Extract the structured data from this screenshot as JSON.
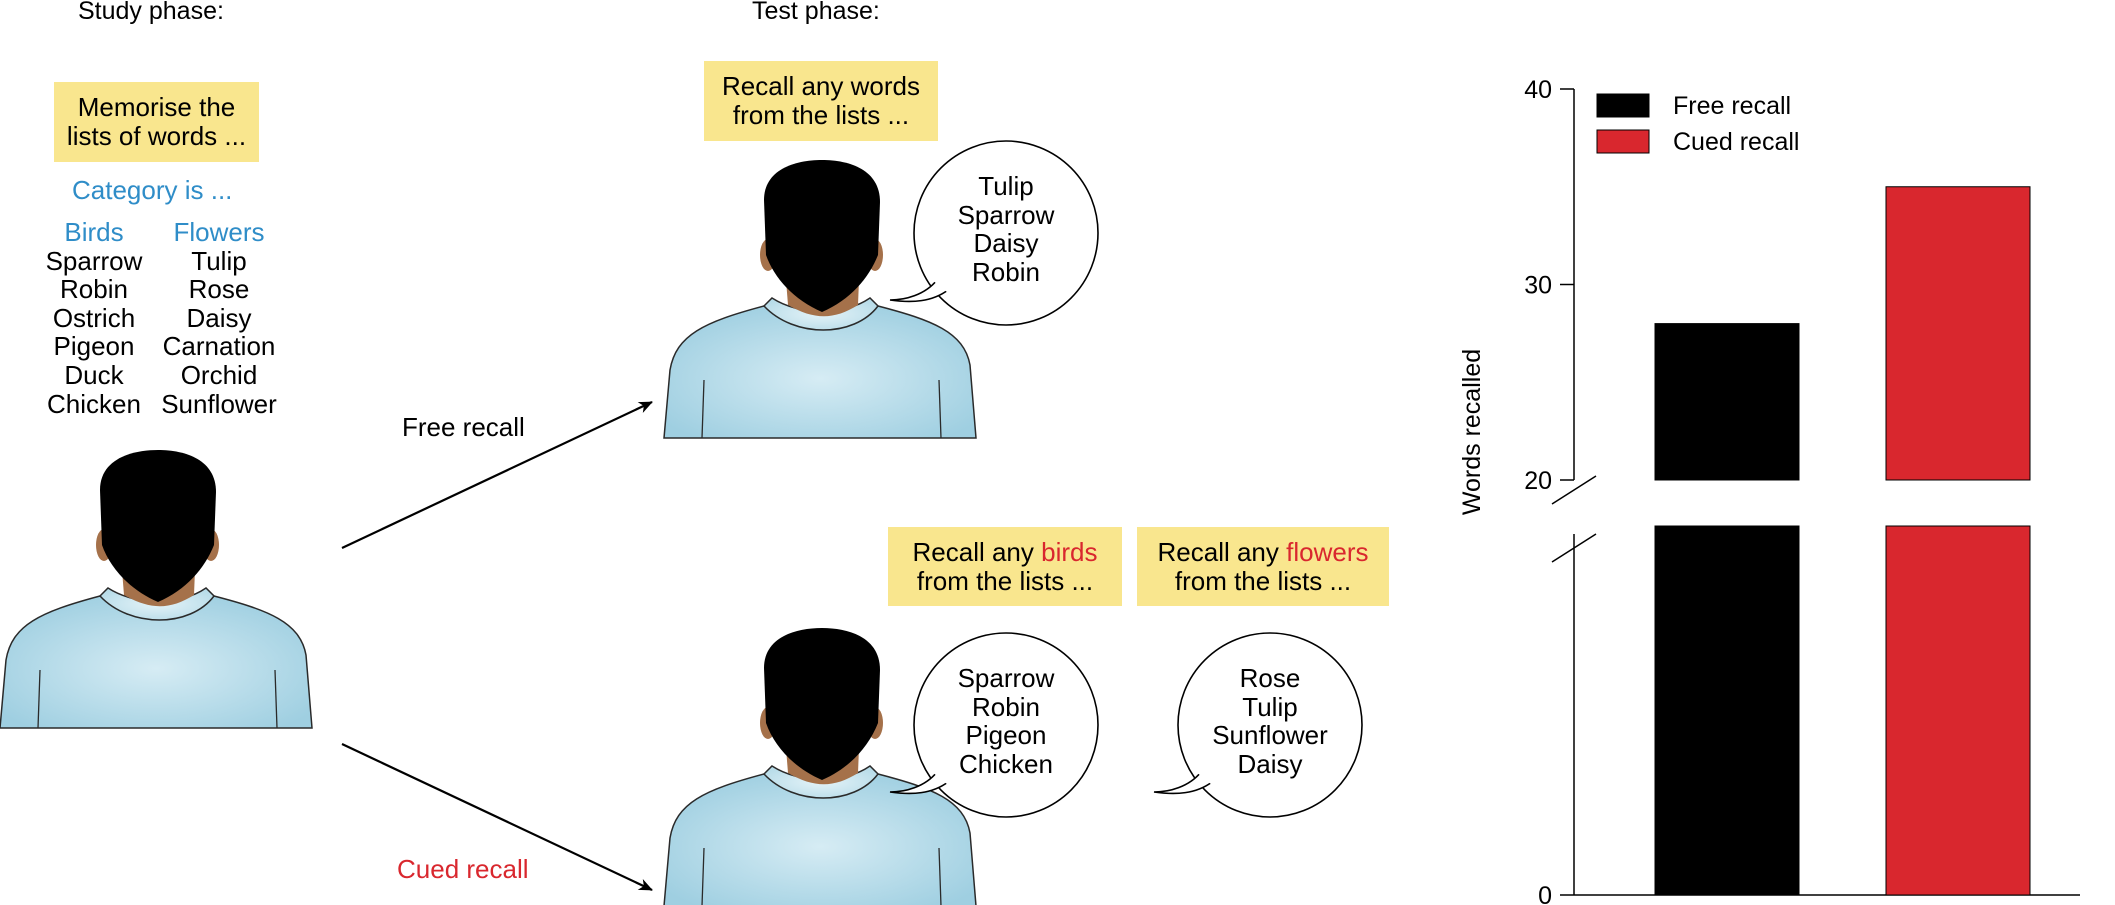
{
  "study": {
    "title": "Study phase:",
    "instruction_lines": [
      "Memorise the",
      "lists of words ..."
    ],
    "category_label": "Category is ...",
    "columns": [
      {
        "heading": "Birds",
        "words": [
          "Sparrow",
          "Robin",
          "Ostrich",
          "Pigeon",
          "Duck",
          "Chicken"
        ]
      },
      {
        "heading": "Flowers",
        "words": [
          "Tulip",
          "Rose",
          "Daisy",
          "Carnation",
          "Orchid",
          "Sunflower"
        ]
      }
    ]
  },
  "test": {
    "title": "Test phase:",
    "free": {
      "arrow_label": "Free recall",
      "instruction_lines": [
        "Recall any words",
        "from the lists ..."
      ],
      "recalled": [
        "Tulip",
        "Sparrow",
        "Daisy",
        "Robin"
      ]
    },
    "cued": {
      "arrow_label": "Cued recall",
      "birds": {
        "prefix": "Recall any ",
        "category": "birds",
        "line2": "from the lists ...",
        "recalled": [
          "Sparrow",
          "Robin",
          "Pigeon",
          "Chicken"
        ]
      },
      "flowers": {
        "prefix": "Recall any ",
        "category": "flowers",
        "line2": "from the lists ...",
        "recalled": [
          "Rose",
          "Tulip",
          "Sunflower",
          "Daisy"
        ]
      }
    }
  },
  "colors": {
    "note_bg": "#f9e68e",
    "category_blue": "#2f8dc8",
    "accent_red": "#d9272e",
    "shirt": "#a8d4e4",
    "skin": "#a5714a",
    "hair": "#000000"
  },
  "chart_data": {
    "type": "bar",
    "categories": [
      "Free recall",
      "Cued recall"
    ],
    "values": [
      28,
      35
    ],
    "colors": [
      "#000000",
      "#d9272e"
    ],
    "ylabel": "Words recalled",
    "xlabel": "",
    "title": "",
    "ylim": [
      0,
      40
    ],
    "axis_break": [
      0,
      20
    ],
    "yticks": [
      0,
      20,
      30,
      40
    ],
    "legend": [
      {
        "label": "Free recall",
        "color": "#000000"
      },
      {
        "label": "Cued recall",
        "color": "#d9272e"
      }
    ],
    "legend_position": "top-left",
    "grid": false
  }
}
